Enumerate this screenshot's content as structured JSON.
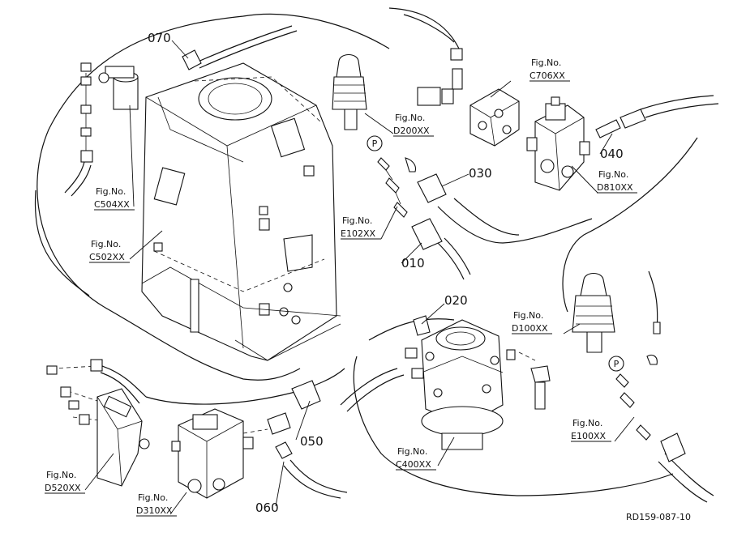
{
  "callouts": {
    "c010": "010",
    "c020": "020",
    "c030": "030",
    "c040": "040",
    "c050": "050",
    "c060": "060",
    "c070": "070"
  },
  "fig_refs": {
    "prefix": "Fig.No.",
    "c504": "C504XX",
    "c502": "C502XX",
    "d200": "D200XX",
    "c706": "C706XX",
    "d810": "D810XX",
    "e102": "E102XX",
    "d100": "D100XX",
    "e100": "E100XX",
    "c400": "C400XX",
    "d520": "D520XX",
    "d310": "D310XX"
  },
  "markers": {
    "pilot_left": "P",
    "pilot_right": "P"
  },
  "drawing_ref": "RD159-087-10"
}
